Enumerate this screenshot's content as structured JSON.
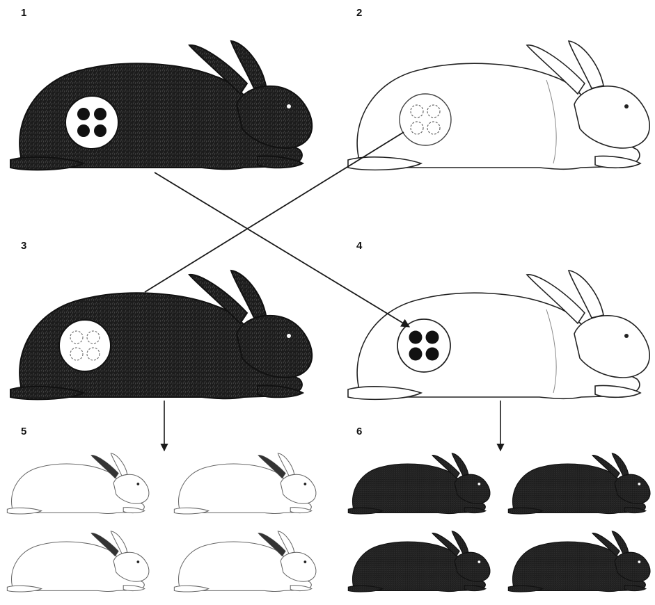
{
  "panels": [
    {
      "label": "1",
      "coat": "black",
      "ovary_patch": "solid-dark"
    },
    {
      "label": "2",
      "coat": "white",
      "ovary_patch": "outline"
    },
    {
      "label": "3",
      "coat": "black",
      "ovary_patch": "outline"
    },
    {
      "label": "4",
      "coat": "white",
      "ovary_patch": "solid-dark"
    },
    {
      "label": "5",
      "coat": "white",
      "offspring_count": 4
    },
    {
      "label": "6",
      "coat": "black",
      "offspring_count": 4
    }
  ],
  "colors": {
    "black_rabbit": "#1c1c1c",
    "white_rabbit": "#ffffff",
    "outline": "#222222",
    "arrow": "#1a1a1a"
  }
}
